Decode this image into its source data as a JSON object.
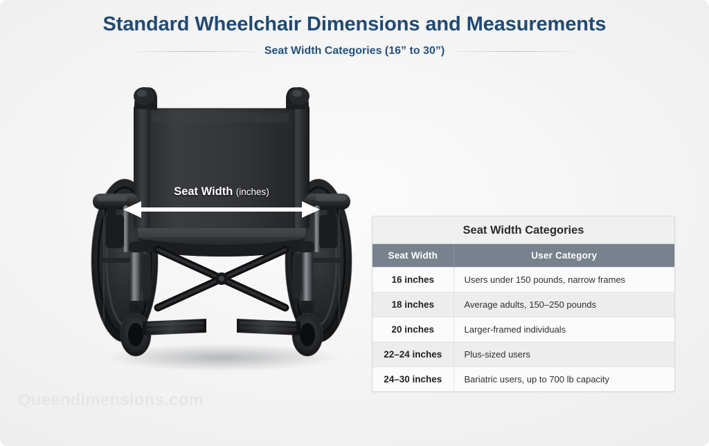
{
  "header": {
    "title": "Standard Wheelchair Dimensions and Measurements",
    "subtitle": "Seat Width Categories (16” to 30”)"
  },
  "illustration": {
    "alt_name": "standard-manual-wheelchair-front-view",
    "dimension_label_main": "Seat Width",
    "dimension_label_unit": "(inches)",
    "arrow": "double-headed-horizontal-arrow"
  },
  "table": {
    "title": "Seat Width Categories",
    "columns": [
      "Seat Width",
      "User Category"
    ],
    "rows": [
      {
        "width": "16 inches",
        "category": "Users under 150 pounds, narrow frames"
      },
      {
        "width": "18 inches",
        "category": "Average adults, 150–250 pounds"
      },
      {
        "width": "20 inches",
        "category": "Larger-framed individuals"
      },
      {
        "width": "22–24 inches",
        "category": "Plus-sized users"
      },
      {
        "width": "24–30 inches",
        "category": "Bariatric users, up to 700 lb capacity"
      }
    ]
  },
  "watermark": {
    "text": "Queendimensions.com"
  },
  "colors": {
    "title_blue": "#214a71",
    "subtitle_blue": "#23527c",
    "table_header_slate": "#77828d",
    "background": "#f2f2f2",
    "watermark_gray": "#e4e6e8"
  }
}
